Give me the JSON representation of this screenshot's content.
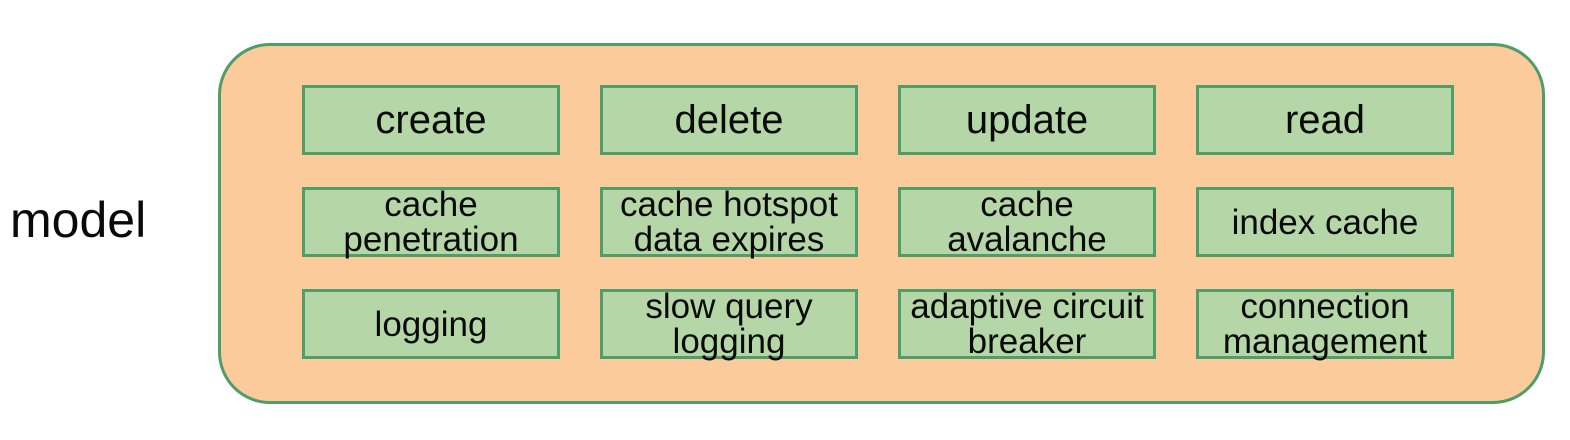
{
  "side_label": "model",
  "grid": {
    "rows": [
      [
        "create",
        "delete",
        "update",
        "read"
      ],
      [
        "cache\npenetration",
        "cache hotspot\ndata expires",
        "cache\navalanche",
        "index cache"
      ],
      [
        "logging",
        "slow query\nlogging",
        "adaptive circuit\nbreaker",
        "connection\nmanagement"
      ]
    ]
  },
  "colors": {
    "container_fill": "#FBCB9B",
    "container_border": "#4F9D68",
    "box_fill": "#B5D6A7",
    "box_border": "#4F9D68",
    "text": "#0A0A0A"
  }
}
